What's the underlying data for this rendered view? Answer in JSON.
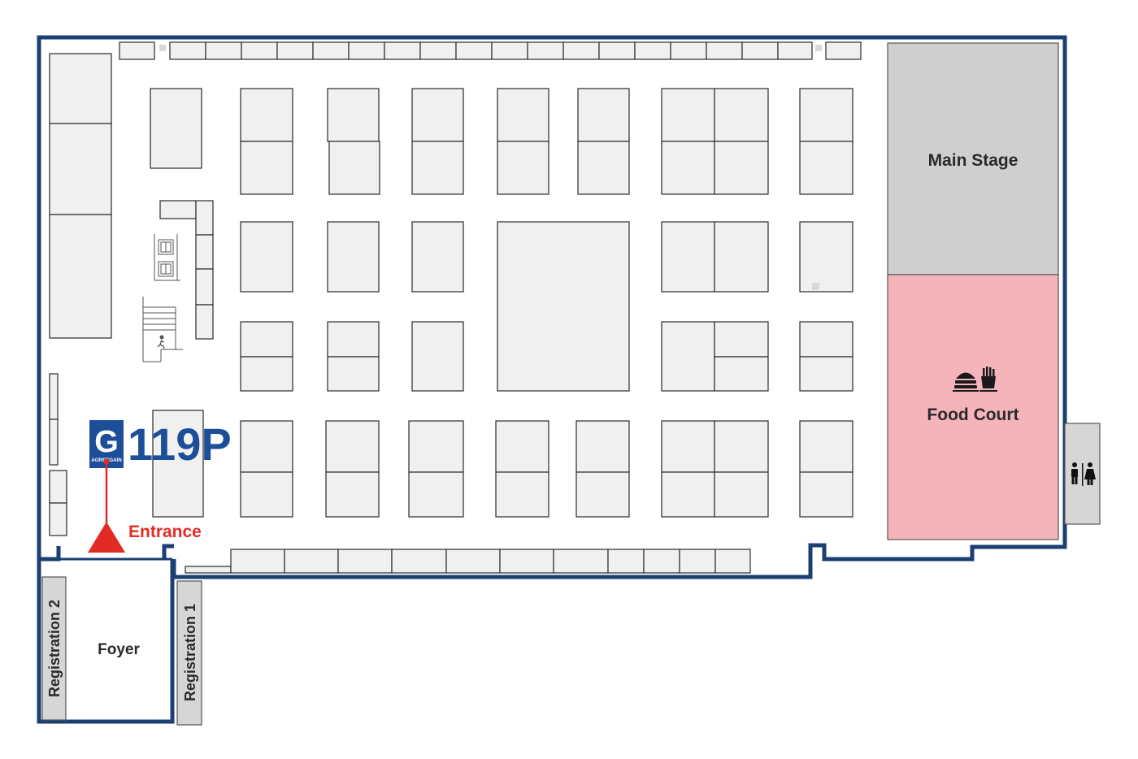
{
  "venue": {
    "areas": {
      "main_stage": "Main Stage",
      "food_court": "Food Court",
      "foyer": "Foyer",
      "registration_1": "Registration 1",
      "registration_2": "Registration 2"
    },
    "entrance_label": "Entrance",
    "icons": [
      "food-court-burger-fries-icon",
      "restroom-icon",
      "emergency-exit-icon",
      "elevator-icon"
    ]
  },
  "exhibitor": {
    "booth_number": "119P",
    "logo_letter": "G",
    "logo_text": "AGREEGAIN"
  },
  "colors": {
    "wall": "#1b3f73",
    "brand_blue": "#1d4e9a",
    "entrance_red": "#e32b25",
    "main_stage_fill": "#cfcfcf",
    "food_court_fill": "#f4b4ba",
    "booth_fill": "#f0f0f0",
    "restroom_fill": "#d6d6d6"
  }
}
